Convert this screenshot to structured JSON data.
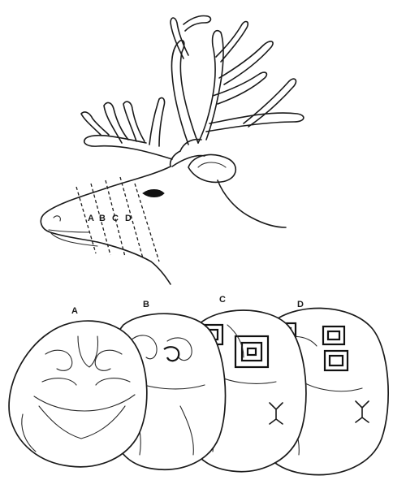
{
  "figure": {
    "head_labels": [
      "A",
      "B",
      "C",
      "D"
    ],
    "section_labels": [
      "A",
      "B",
      "C",
      "D"
    ]
  },
  "colors": {
    "ink": "#1a1a1a",
    "background": "#ffffff"
  }
}
